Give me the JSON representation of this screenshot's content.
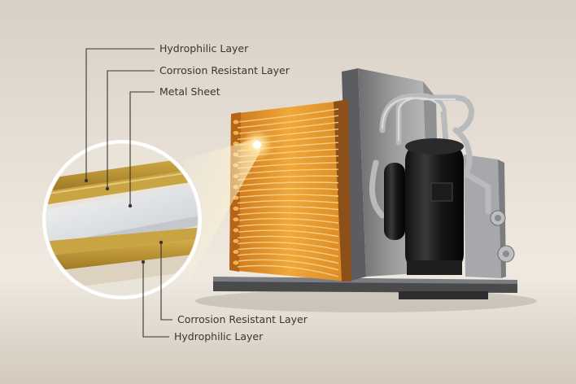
{
  "diagram": {
    "labels_top": [
      "Hydrophilic Layer",
      "Corrosion Resistant Layer",
      "Metal Sheet"
    ],
    "labels_bottom": [
      "Corrosion Resistant Layer",
      "Hydrophilic Layer"
    ],
    "colors": {
      "copper": "#e39a2a",
      "copper_light": "#f7c060",
      "gold_layer": "#b89030",
      "metal_sheet": "#e6e8ea",
      "leader_line": "#3a3530",
      "background": "#e6ded3"
    }
  }
}
